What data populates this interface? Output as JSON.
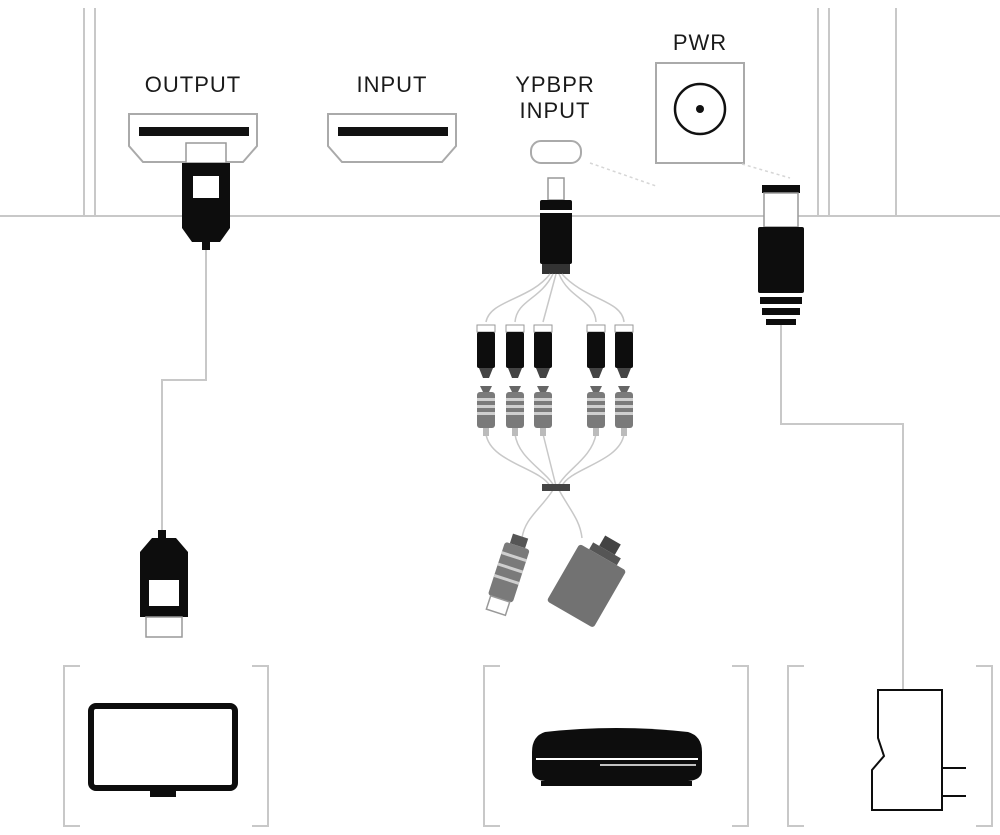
{
  "labels": {
    "output": "OUTPUT",
    "input": "INPUT",
    "ypbpr_line1": "YPBPR",
    "ypbpr_line2": "INPUT",
    "pwr": "PWR"
  },
  "colors": {
    "line": "#c8c8c8",
    "dark": "#0d0d0d",
    "gray": "#6b6b6b",
    "light": "#eeeeee"
  },
  "icons": {
    "output_port": "hdmi-port-icon",
    "input_port": "hdmi-port-icon",
    "ypbpr_port": "ypbpr-port-icon",
    "pwr_port": "dc-power-jack-icon",
    "hdmi_plug_top": "hdmi-plug-icon",
    "hdmi_plug_bottom": "hdmi-plug-icon",
    "ypbpr_cable": "component-av-cable-icon",
    "power_plug": "dc-barrel-plug-icon",
    "tv": "tv-icon",
    "console": "game-console-icon",
    "adapter": "power-adapter-icon"
  }
}
